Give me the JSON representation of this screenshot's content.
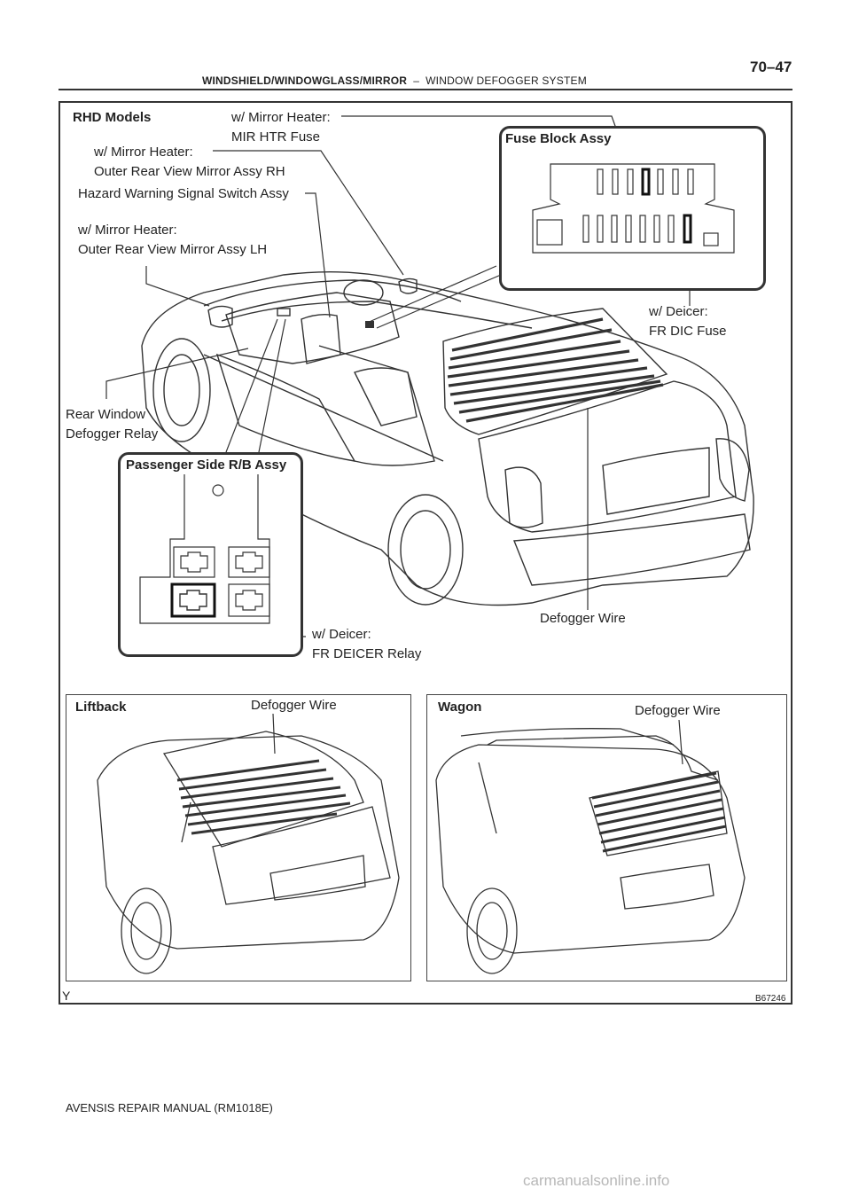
{
  "header": {
    "section": "WINDSHIELD/WINDOWGLASS/MIRROR",
    "separator": "–",
    "subsection": "WINDOW DEFOGGER SYSTEM",
    "page_number": "70–47"
  },
  "diagram": {
    "main_title": "RHD Models",
    "labels": {
      "mir_htr_line1": "w/ Mirror Heater:",
      "mir_htr_line2": "MIR HTR Fuse",
      "mirror_rh_line1": "w/ Mirror Heater:",
      "mirror_rh_line2": "Outer Rear View Mirror Assy RH",
      "hazard_switch": "Hazard Warning Signal Switch Assy",
      "mirror_lh_line1": "w/ Mirror Heater:",
      "mirror_lh_line2": "Outer Rear View Mirror Assy LH",
      "fr_dic_line1": "w/ Deicer:",
      "fr_dic_line2": "FR DIC Fuse",
      "rear_relay_line1": "Rear Window",
      "rear_relay_line2": "Defogger Relay",
      "fr_deicer_line1": "w/ Deicer:",
      "fr_deicer_line2": "FR DEICER Relay",
      "defogger_wire_main": "Defogger Wire"
    },
    "callouts": {
      "fuse_block": "Fuse Block Assy",
      "passenger_rb": "Passenger Side R/B Assy"
    },
    "liftback": {
      "title": "Liftback",
      "wire_label": "Defogger Wire"
    },
    "wagon": {
      "title": "Wagon",
      "wire_label": "Defogger Wire"
    },
    "figure_code": "B67246",
    "corner_mark": "Y"
  },
  "footer": {
    "manual": "AVENSIS REPAIR MANUAL   (RM1018E)"
  },
  "watermark": "carmanualsonline.info"
}
